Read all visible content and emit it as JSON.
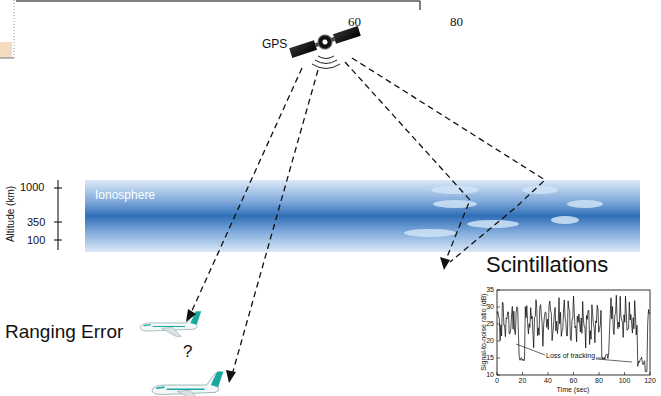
{
  "diagram": {
    "nodes": [
      {
        "text": [
          "Ionosphere"
        ]
      }
    ],
    "labels": [
      "60",
      "80",
      "GPS",
      "1000",
      "350",
      "100",
      "Altitude (km)",
      "Ranging Error",
      "?",
      "Scintillations",
      "35",
      "30",
      "25",
      "20",
      "15",
      "10",
      "0",
      "20",
      "40",
      "60",
      "80",
      "100",
      "120",
      "Time (sec)",
      "Signal-to-noise ratio (dB)",
      "Loss of tracking"
    ]
  }
}
